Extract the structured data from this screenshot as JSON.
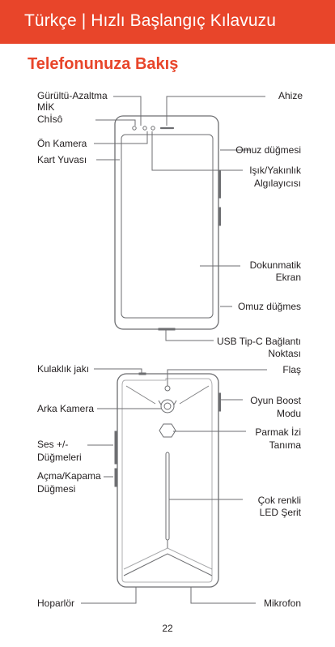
{
  "header": {
    "title": "Türkçe | Hızlı Başlangıç Kılavuzu",
    "band_color": "#e8452a"
  },
  "section": {
    "title": "Telefonunuza Bakış",
    "color": "#e8452a"
  },
  "front_labels": {
    "noise_mic_1": "Gürültü-Azaltma",
    "noise_mic_2": "MİK",
    "chiso": "Chİsô",
    "front_camera": "Ön Kamera",
    "card_slot": "Kart Yuvası",
    "earpiece": "Ahize",
    "power_button_top": "Omuz  düğmesi",
    "light_sensor_1": "Işık/Yakınlık",
    "light_sensor_2": "Algılayıcısı",
    "touch_screen_1": "Dokunmatik",
    "touch_screen_2": "Ekran",
    "shoulder_button": "Omuz  düğmes",
    "usb_1": "USB Tip-C Bağlantı",
    "usb_2": "Noktası"
  },
  "back_labels": {
    "headphone_jack": "Kulaklık jakı",
    "flash": "Flaş",
    "rear_camera": "Arka Kamera",
    "game_boost_1": "Oyun Boost",
    "game_boost_2": "Modu",
    "fingerprint_1": "Parmak İzi",
    "fingerprint_2": "Tanıma",
    "volume_1": "Ses +/-",
    "volume_2": "Düğmeleri",
    "power_1": "Açma/Kapama",
    "power_2": "Düğmesi",
    "led_1": "Çok renkli",
    "led_2": "LED Şerit",
    "speaker": "Hoparlör",
    "microphone": "Mikrofon"
  },
  "page_number": "22"
}
